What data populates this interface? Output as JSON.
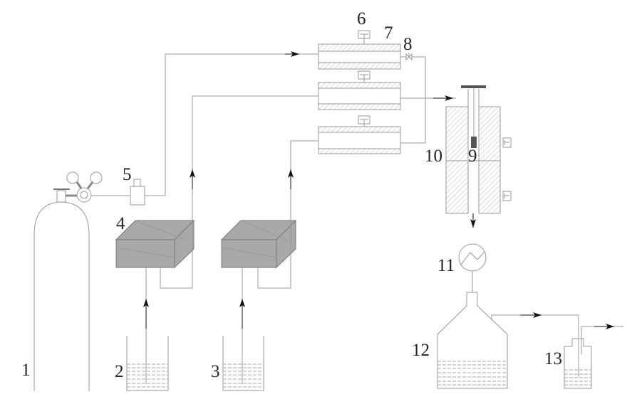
{
  "diagram": {
    "labels": {
      "gas_cylinder": "1",
      "water_tank_1": "2",
      "water_tank_2": "3",
      "pump_1": "4",
      "pressure_regulator": "5",
      "gauge": "6",
      "preheater": "7",
      "valve": "8",
      "sample": "9",
      "reactor": "10",
      "condenser": "11",
      "collector": "12",
      "gas_washer": "13"
    },
    "colors": {
      "line": "#999999",
      "hatch": "#bbbbbb",
      "box": "#a9a9a9",
      "arrow": "#111111"
    }
  }
}
